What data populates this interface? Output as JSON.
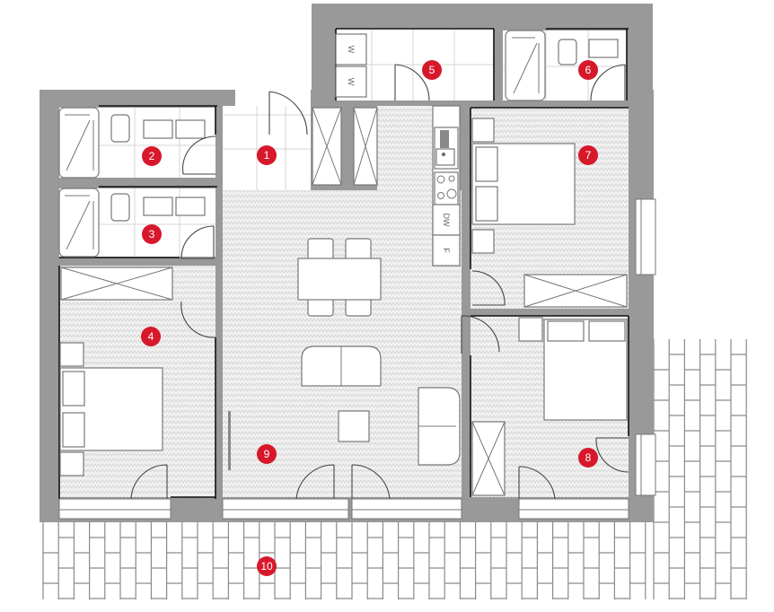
{
  "plan": {
    "type": "apartment floor plan",
    "marker_color": "#d7182a",
    "wall_color": "#999999",
    "rooms": [
      {
        "id": 1,
        "label": "1",
        "name": "entrance-hall"
      },
      {
        "id": 2,
        "label": "2",
        "name": "bathroom"
      },
      {
        "id": 3,
        "label": "3",
        "name": "en-suite-bathroom"
      },
      {
        "id": 4,
        "label": "4",
        "name": "bedroom-west"
      },
      {
        "id": 5,
        "label": "5",
        "name": "utility-room"
      },
      {
        "id": 6,
        "label": "6",
        "name": "shower-room"
      },
      {
        "id": 7,
        "label": "7",
        "name": "bedroom-north-east"
      },
      {
        "id": 8,
        "label": "8",
        "name": "bedroom-south-east"
      },
      {
        "id": 9,
        "label": "9",
        "name": "living-dining-kitchen"
      },
      {
        "id": 10,
        "label": "10",
        "name": "terrace"
      }
    ],
    "appliances": {
      "washer_1": "W",
      "washer_2": "W",
      "dishwasher": "DW",
      "fridge": "F"
    }
  }
}
